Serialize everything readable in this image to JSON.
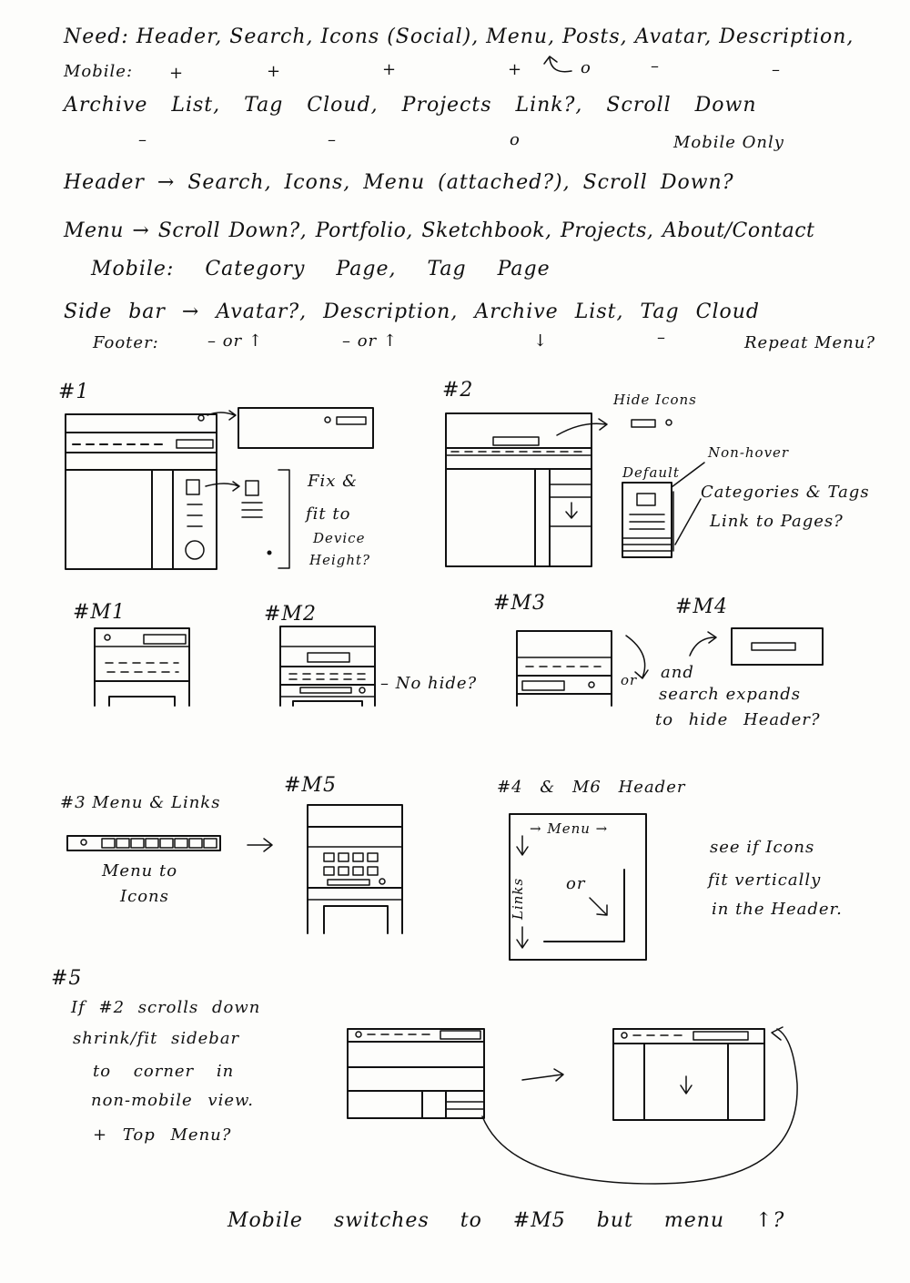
{
  "notes": {
    "need": "Need: Header, Search, Icons (Social), Menu, Posts, Avatar, Description,",
    "mobile_label": "Mobile:",
    "mobile_marks": [
      "+",
      "+",
      "+",
      "+",
      "o",
      "–",
      "–"
    ],
    "archive": "Archive List, Tag Cloud, Projects Link?, Scroll Down",
    "archive_marks": [
      "–",
      "–",
      "o"
    ],
    "mobile_only": "Mobile Only",
    "header_line": "Header → Search, Icons, Menu (attached?), Scroll Down?",
    "menu_line": "Menu → Scroll Down?, Portfolio, Sketchbook, Projects, About/Contact",
    "menu_mobile": "Mobile: Category Page, Tag Page",
    "sidebar_line": "Side bar → Avatar?, Description, Archive List, Tag Cloud",
    "footer_label": "Footer:",
    "footer_marks": [
      "– or ↑",
      "– or ↑",
      "↓",
      "–"
    ],
    "repeat_menu": "Repeat Menu?"
  },
  "sketches": {
    "s1": {
      "label": "#1",
      "note": [
        "Fix &",
        "fit to",
        "Device",
        "Height?"
      ]
    },
    "s2": {
      "label": "#2",
      "hide_icons": "Hide Icons",
      "default": "Default",
      "non_hover": "Non-hover",
      "cat_tags": [
        "Categories & Tags",
        "Link to Pages?"
      ]
    },
    "m1": {
      "label": "#M1"
    },
    "m2": {
      "label": "#M2",
      "note": "– No hide?"
    },
    "m3": {
      "label": "#M3",
      "or": "or"
    },
    "m4": {
      "label": "#M4",
      "note": [
        "and",
        "search expands",
        "to hide Header?"
      ]
    },
    "s3": {
      "label": "#3 Menu & Links",
      "note": [
        "Menu to",
        "Icons"
      ]
    },
    "m5": {
      "label": "#M5"
    },
    "s4": {
      "label": "#4 & M6 Header",
      "menu": "→ Menu →",
      "links": "Links",
      "or": "or",
      "note": [
        "see if Icons",
        "fit vertically",
        "in the Header."
      ]
    },
    "s5": {
      "label": "#5",
      "note": [
        "If #2 scrolls down",
        "shrink/fit sidebar",
        "to corner in",
        "non-mobile view.",
        "+ Top Menu?"
      ]
    }
  },
  "footer_note": "Mobile switches to #M5 but menu ↑?"
}
